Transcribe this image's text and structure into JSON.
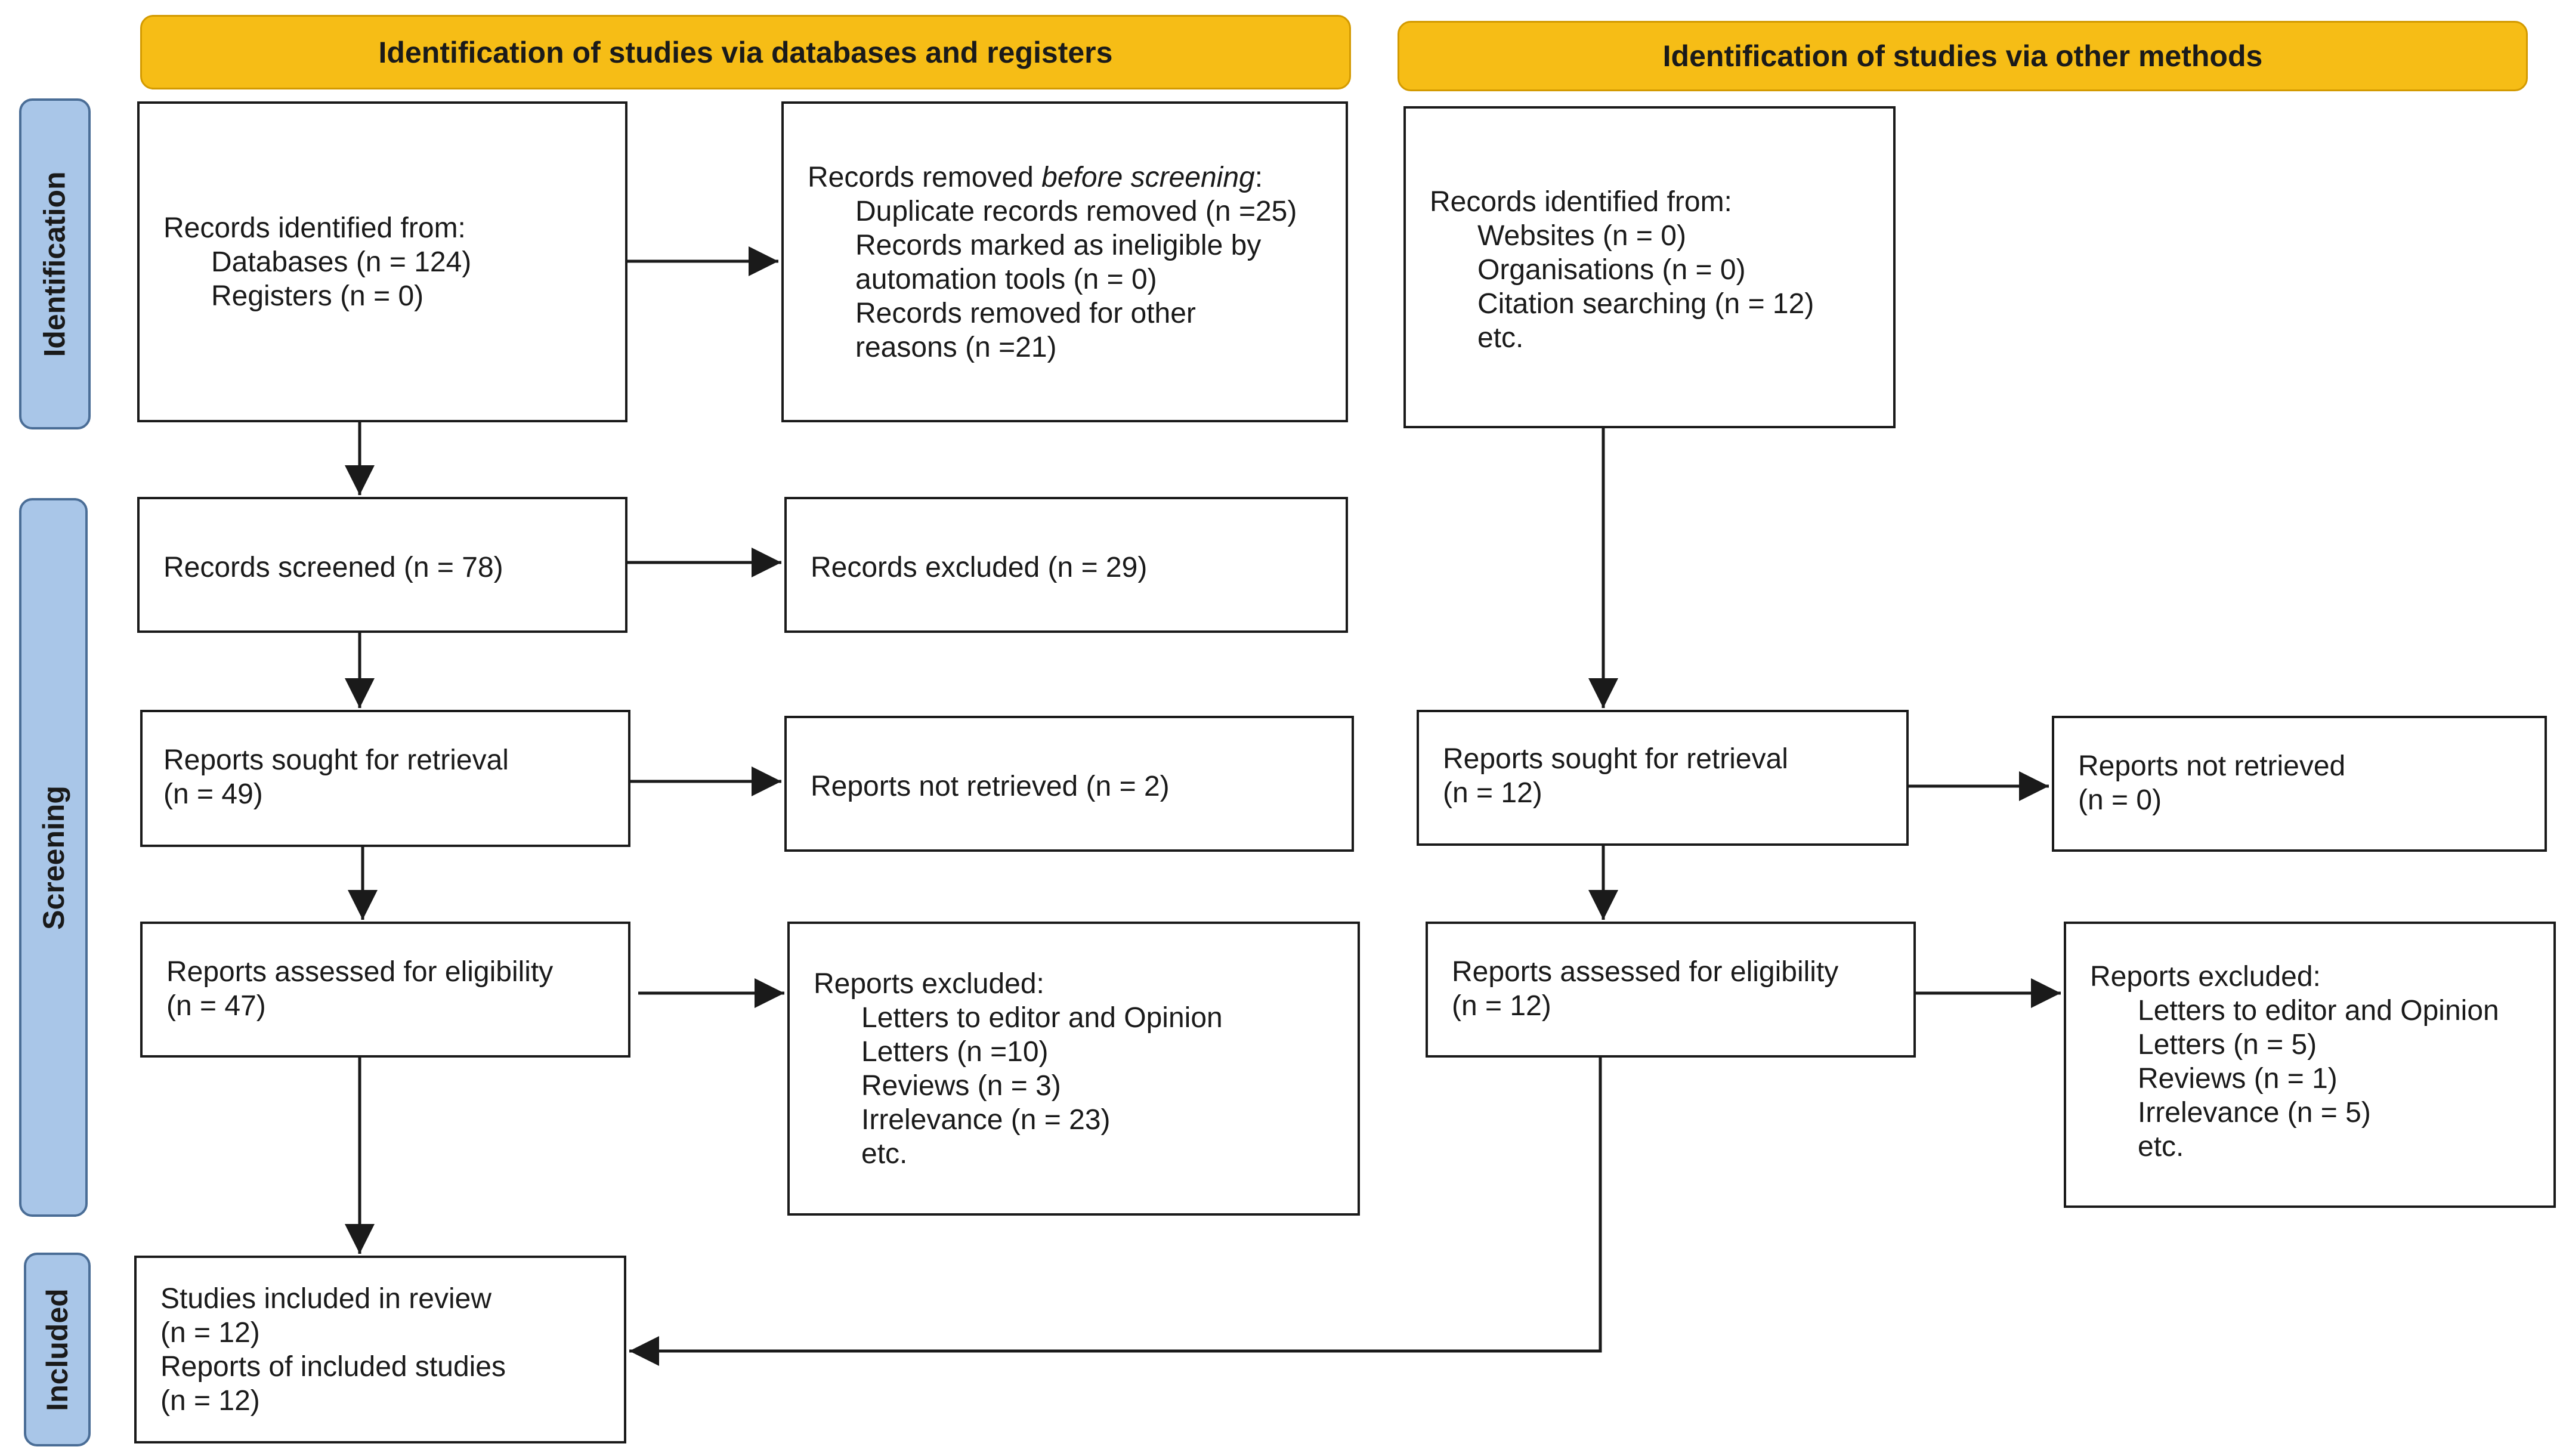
{
  "headers": {
    "databases": "Identification of studies via databases and registers",
    "other": "Identification of studies via other methods"
  },
  "phases": {
    "identification": "Identification",
    "screening": "Screening",
    "included": "Included"
  },
  "left": {
    "records_identified": {
      "title": "Records identified from:",
      "databases": "Databases (n = 124)",
      "registers": "Registers (n = 0)"
    },
    "records_removed": {
      "title_pre": "Records removed ",
      "title_em": "before screening",
      "title_post": ":",
      "items": [
        "Duplicate records removed (n =25)",
        "Records marked as ineligible by",
        "automation tools (n = 0)",
        "Records removed for other",
        "reasons (n =21)"
      ]
    },
    "records_screened": "Records screened (n = 78)",
    "records_excluded": "Records excluded (n = 29)",
    "reports_sought": {
      "line1": "Reports sought for retrieval",
      "line2": "(n = 49)"
    },
    "reports_not_retrieved": "Reports not retrieved (n = 2)",
    "reports_assessed": {
      "line1": "Reports assessed for eligibility",
      "line2": "(n = 47)"
    },
    "reports_excluded": {
      "title": "Reports excluded:",
      "items": [
        "Letters to editor and Opinion",
        "Letters (n =10)",
        "Reviews (n = 3)",
        "Irrelevance (n = 23)",
        "etc."
      ]
    },
    "included": {
      "line1": "Studies included in review",
      "line2": "(n = 12)",
      "line3": "Reports of included studies",
      "line4": "(n = 12)"
    }
  },
  "right": {
    "records_identified": {
      "title": "Records identified from:",
      "items": [
        "Websites (n = 0)",
        "Organisations (n = 0)",
        "Citation searching (n = 12)",
        "etc."
      ]
    },
    "reports_sought": {
      "line1": "Reports sought for retrieval",
      "line2": "(n = 12)"
    },
    "reports_not_retrieved": {
      "line1": "Reports not retrieved",
      "line2": "(n = 0)"
    },
    "reports_assessed": {
      "line1": "Reports assessed for eligibility",
      "line2": "(n = 12)"
    },
    "reports_excluded": {
      "title": "Reports excluded:",
      "items": [
        "Letters to editor and Opinion",
        "Letters (n = 5)",
        "Reviews (n = 1)",
        "Irrelevance (n = 5)",
        "etc."
      ]
    }
  },
  "colors": {
    "header_fill": "#f6bd16",
    "phase_fill": "#a9c6e8",
    "stroke": "#1a1a1a"
  }
}
